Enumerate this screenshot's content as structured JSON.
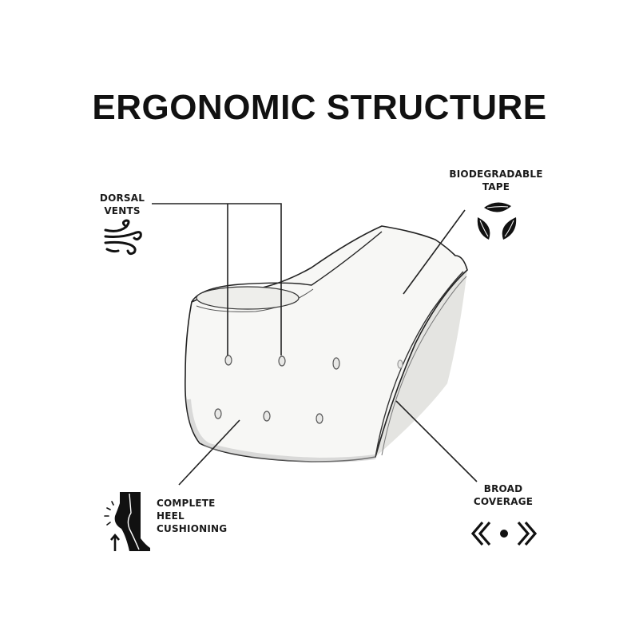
{
  "title": "ERGONOMIC STRUCTURE",
  "callouts": {
    "dorsal_vents": {
      "line1": "DORSAL",
      "line2": "VENTS",
      "icon": "wind-icon"
    },
    "biodegradable_tape": {
      "line1": "BIODEGRADABLE",
      "line2": "TAPE",
      "icon": "leaves-icon"
    },
    "heel_cushioning": {
      "line1": "COMPLETE",
      "line2": "HEEL",
      "line3": "CUSHIONING",
      "icon": "heel-foot-icon"
    },
    "broad_coverage": {
      "line1": "BROAD",
      "line2": "COVERAGE",
      "icon": "arrows-dot-icon"
    }
  },
  "colors": {
    "ink": "#111111",
    "product_fill": "#f7f7f5",
    "product_shadow": "#e2e2df",
    "background": "#ffffff"
  }
}
